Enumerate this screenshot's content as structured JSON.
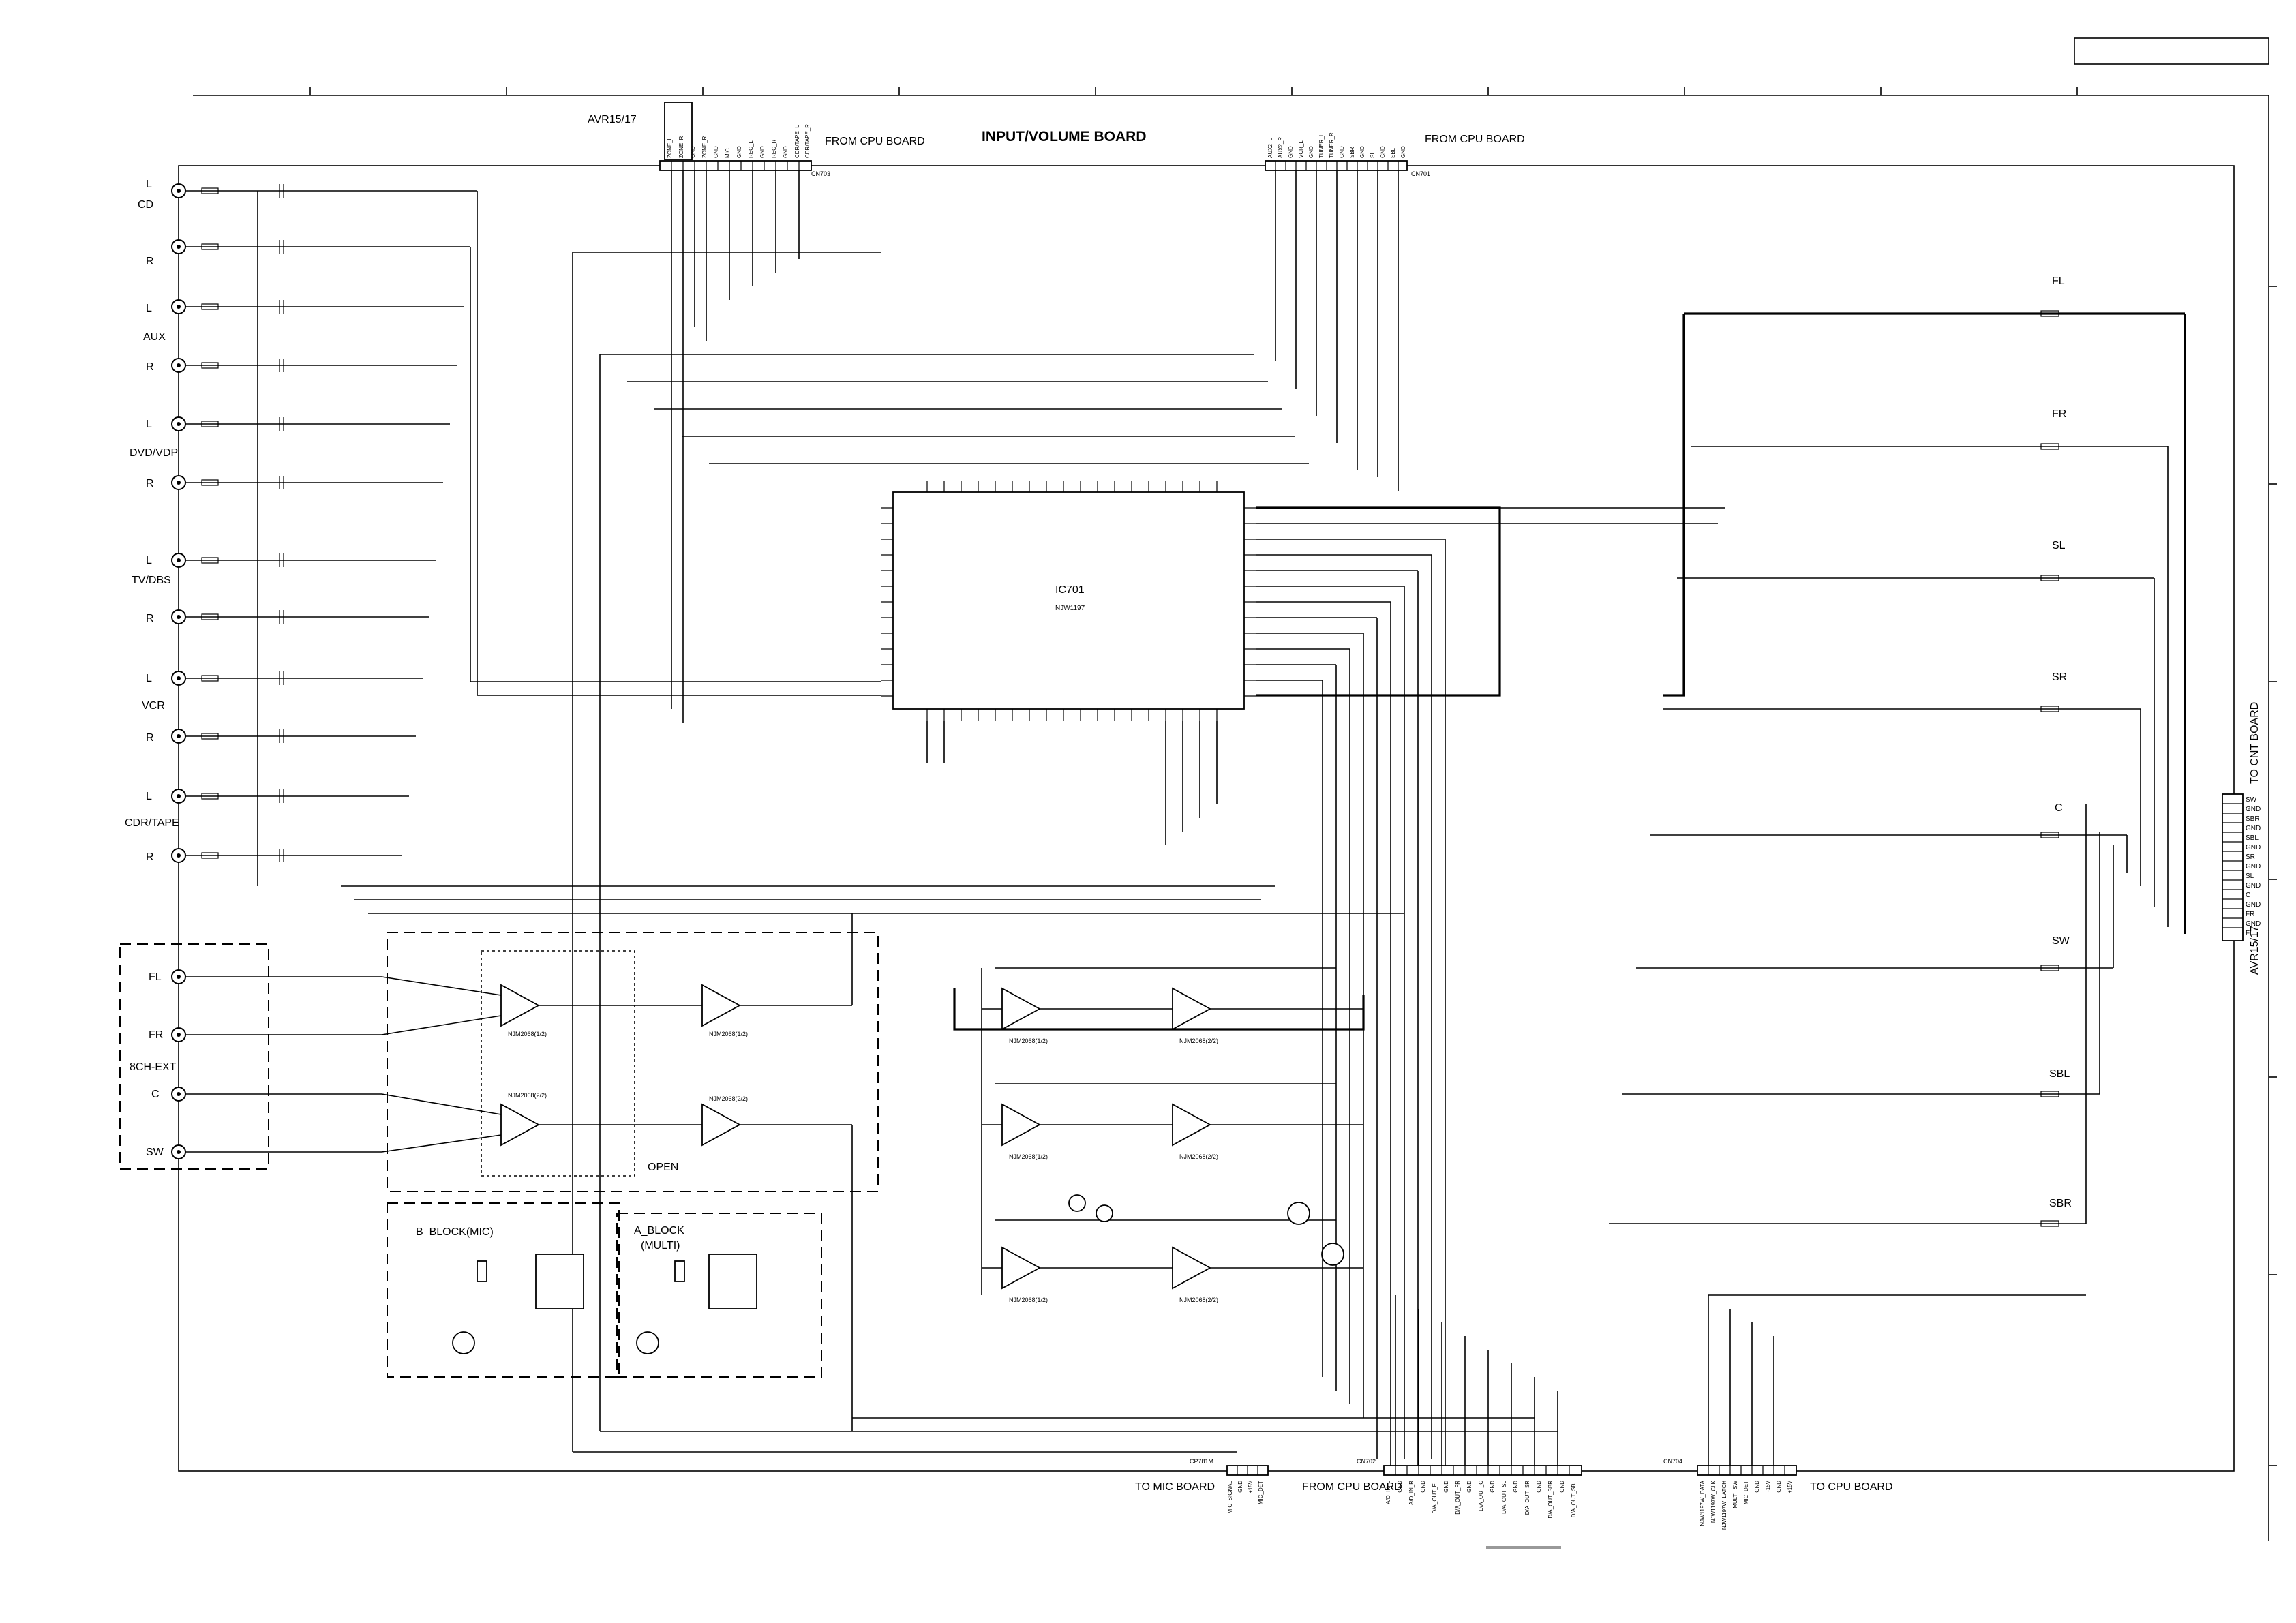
{
  "header": {
    "title": "INPUT/VOLUME BOARD",
    "model_left": "AVR15/17",
    "from_cpu_left": "FROM CPU BOARD",
    "from_cpu_right": "FROM CPU BOARD",
    "cn_left": "CN703",
    "cn_right": "CN701"
  },
  "ic": {
    "ref": "IC701",
    "part": "NJW1197"
  },
  "inputs": [
    {
      "name": "CD",
      "ch": [
        "L",
        "R"
      ]
    },
    {
      "name": "AUX",
      "ch": [
        "L",
        "R"
      ]
    },
    {
      "name": "DVD/VDP",
      "ch": [
        "L",
        "R"
      ]
    },
    {
      "name": "TV/DBS",
      "ch": [
        "L",
        "R"
      ]
    },
    {
      "name": "VCR",
      "ch": [
        "L",
        "R"
      ]
    },
    {
      "name": "CDR/TAPE",
      "ch": [
        "L",
        "R"
      ]
    }
  ],
  "ext8ch": {
    "label": "8CH-EXT",
    "channels": [
      "FL",
      "FR",
      "C",
      "SW"
    ]
  },
  "outputs": [
    "FL",
    "FR",
    "SL",
    "SR",
    "C",
    "SW",
    "SBL",
    "SBR"
  ],
  "right_connector": {
    "board": "TO CNT BOARD",
    "model": "AVR15/17",
    "pins": [
      "SW",
      "GND",
      "SBR",
      "GND",
      "SBL",
      "GND",
      "SR",
      "GND",
      "SL",
      "GND",
      "C",
      "GND",
      "FR",
      "GND",
      "FL"
    ]
  },
  "blocks": {
    "b_block": "B_BLOCK(MIC)",
    "a_block": "A_BLOCK",
    "a_block_sub": "(MULTI)",
    "open": "OPEN"
  },
  "opamps": [
    "NJM2068(1/2)",
    "NJM2068(2/2)",
    "NJM2068(1/2)",
    "NJM2068(2/2)",
    "NJM2068(1/2)",
    "NJM2068(2/2)",
    "NJM2068(1/2)",
    "NJM2068(2/2)",
    "NJM2068(1/2)",
    "NJM2068(2/2)"
  ],
  "bottom": {
    "to_mic": "TO MIC BOARD",
    "from_cpu": "FROM CPU BOARD",
    "to_cpu": "TO CPU BOARD",
    "cn_mic": "CP781M",
    "cn_mid": "CN702",
    "cn_right": "CN704",
    "mic_pins": [
      "MIC_SIGNAL",
      "GND",
      "+15V",
      "MIC_DET"
    ],
    "mid_pins": [
      "A/D_IN_L",
      "GND",
      "A/D_IN_R",
      "GND",
      "D/A_OUT_FL",
      "GND",
      "D/A_OUT_FR",
      "GND",
      "D/A_OUT_C",
      "GND",
      "D/A_OUT_SL",
      "GND",
      "D/A_OUT_SR",
      "GND",
      "D/A_OUT_SBR",
      "GND",
      "D/A_OUT_SBL"
    ],
    "right_pins": [
      "NJW1197W_DATA",
      "NJW1197W_CLK",
      "NJW1197W_LATCH",
      "MULTI_SW",
      "MIC_DET",
      "GND",
      "-15V",
      "GND",
      "+15V"
    ]
  },
  "top_left_pins": [
    "ZONE_L",
    "ZONE_R",
    "GND",
    "ZONE_R",
    "GND",
    "MIC",
    "GND",
    "REC_L",
    "GND",
    "REC_R",
    "GND",
    "CDR/TAPE_L",
    "CDR/TAPE_R"
  ],
  "top_right_pins": [
    "AUX2_L",
    "AUX2_R",
    "GND",
    "VCR_L",
    "GND",
    "TUNER_L",
    "TUNER_R",
    "GND",
    "SBR",
    "GND",
    "SL",
    "GND",
    "SBL",
    "GND"
  ]
}
